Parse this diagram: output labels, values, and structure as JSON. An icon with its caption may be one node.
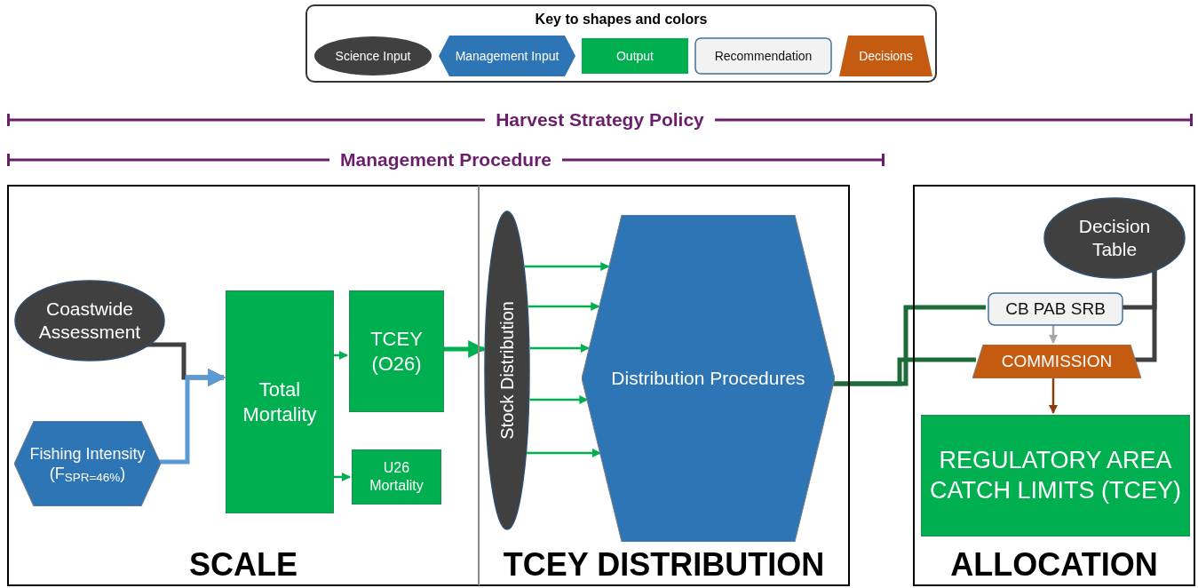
{
  "diagram": {
    "nodes": [
      {
        "text": [
          "SCALE"
        ]
      },
      {
        "text": [
          "TCEY DISTRIBUTION"
        ]
      },
      {
        "text": [
          "ALLOCATION"
        ]
      },
      {
        "text": [
          "Coastwide Assessment"
        ],
        "in": 0
      },
      {
        "text": [
          "Fishing Intensity (F$_{SPR=46%}$)"
        ],
        "in": 0
      },
      {
        "text": [
          "Total Mortality"
        ],
        "in": 0
      },
      {
        "text": [
          "TCEY (O26)"
        ],
        "in": 0
      },
      {
        "text": [
          "U26 Mortality"
        ],
        "in": 0
      },
      {
        "text": [
          "Stock Distribution"
        ],
        "in": 1
      },
      {
        "text": [
          "Distribution Procedures"
        ],
        "in": 1
      },
      {
        "text": [
          "Decision Table"
        ],
        "in": 2
      },
      {
        "text": [
          "CB PAB SRB"
        ],
        "in": 2
      },
      {
        "text": [
          "COMMISSION"
        ],
        "in": 2
      },
      {
        "text": [
          "REGULATORY AREA CATCH LIMITS (TCEY)"
        ],
        "in": 2
      }
    ],
    "edges": [
      {
        "from": 3,
        "to": 5,
        "arrow": "to",
        "style": "thick",
        "color": "#404040"
      },
      {
        "from": 4,
        "to": 5,
        "arrow": "to",
        "style": "thick",
        "color": "#5b9bd5"
      },
      {
        "from": 5,
        "to": 6,
        "arrow": "to"
      },
      {
        "from": 5,
        "to": 7,
        "arrow": "to"
      },
      {
        "from": 6,
        "to": 8,
        "arrow": "to",
        "style": "thick"
      },
      {
        "from": 8,
        "to": 9,
        "arrow": "to"
      },
      {
        "from": 8,
        "to": 9,
        "arrow": "to"
      },
      {
        "from": 8,
        "to": 9,
        "arrow": "to"
      },
      {
        "from": 8,
        "to": 9,
        "arrow": "to"
      },
      {
        "from": 8,
        "to": 9,
        "arrow": "to"
      },
      {
        "from": 9,
        "to": 11,
        "arrow": "none",
        "style": "thick",
        "color": "#1e6b3a"
      },
      {
        "from": 9,
        "to": 12,
        "arrow": "none",
        "style": "thick",
        "color": "#1e6b3a"
      },
      {
        "from": 10,
        "to": 11,
        "arrow": "none",
        "style": "thick",
        "color": "#404040"
      },
      {
        "from": 10,
        "to": 12,
        "arrow": "none",
        "style": "thick",
        "color": "#404040"
      },
      {
        "from": 11,
        "to": 12,
        "arrow": "to",
        "color": "#a6a6a6"
      },
      {
        "from": 12,
        "to": 13,
        "arrow": "to",
        "color": "#8b3d0b"
      }
    ],
    "labels": [
      "Key to shapes and colors",
      "Harvest Strategy Policy",
      "Management Procedure"
    ],
    "legend": [
      {
        "text": "Science Input",
        "color": "#404040"
      },
      {
        "text": "Management Input",
        "color": "#2e75b6"
      },
      {
        "text": "Output",
        "color": "#00b050"
      },
      {
        "text": "Recommendation",
        "color": "#f2f2f2"
      },
      {
        "text": "Decisions",
        "color": "#c55a11"
      }
    ]
  }
}
